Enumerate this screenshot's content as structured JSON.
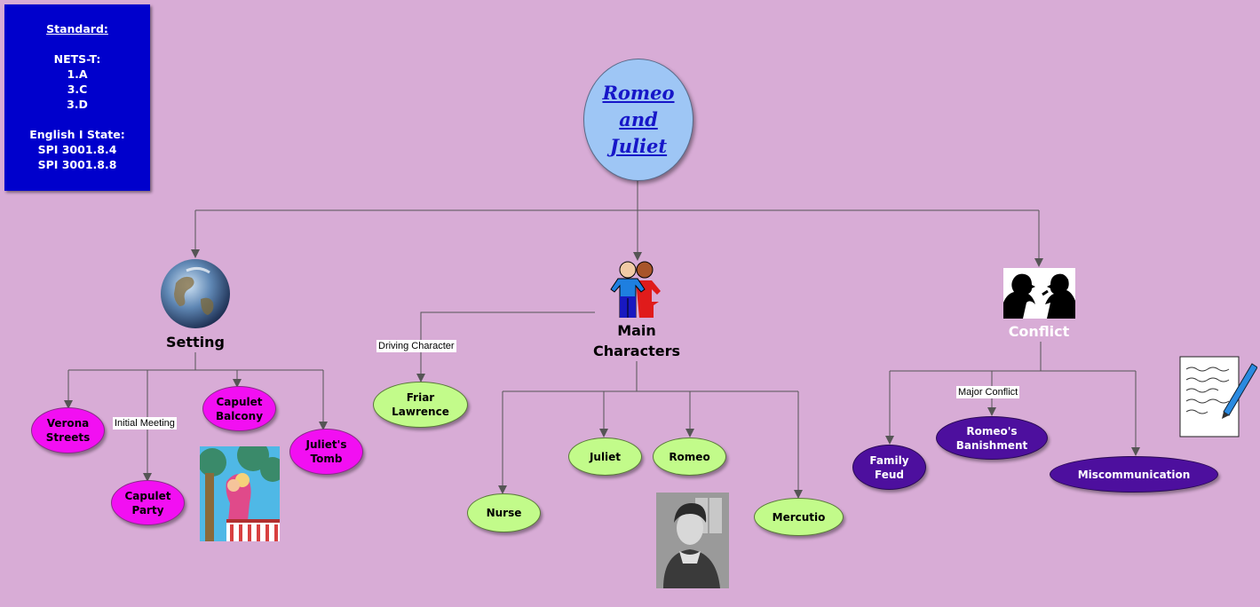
{
  "standard_box": {
    "heading": "Standard:",
    "nets_label": "NETS-T:",
    "nets_items": [
      "1.A",
      "3.C",
      "3.D"
    ],
    "state_label": "English I State:",
    "state_items": [
      "SPI 3001.8.4",
      "SPI 3001.8.8"
    ]
  },
  "root": {
    "lines": [
      "Romeo",
      "and",
      "Juliet"
    ]
  },
  "categories": {
    "setting": {
      "label": "Setting",
      "icon": "globe-icon"
    },
    "characters": {
      "label_line1": "Main",
      "label_line2": "Characters",
      "icon": "two-people-icon"
    },
    "conflict": {
      "label": "Conflict",
      "icon": "arguing-couple-icon"
    }
  },
  "setting_nodes": {
    "verona": [
      "Verona",
      "Streets"
    ],
    "party": [
      "Capulet",
      "Party"
    ],
    "balcony": [
      "Capulet",
      "Balcony"
    ],
    "tomb": [
      "Juliet's",
      "Tomb"
    ]
  },
  "character_nodes": {
    "friar": [
      "Friar",
      "Lawrence"
    ],
    "nurse": "Nurse",
    "juliet": "Juliet",
    "romeo": "Romeo",
    "mercutio": "Mercutio"
  },
  "conflict_nodes": {
    "feud": [
      "Family",
      "Feud"
    ],
    "banishment": [
      "Romeo's",
      "Banishment"
    ],
    "miscommunication": "Miscommunication"
  },
  "link_labels": {
    "initial_meeting": "Initial Meeting",
    "driving_character": "Driving Character",
    "major_conflict": "Major Conflict"
  },
  "colors": {
    "background": "#d8acd6",
    "standard_box": "#0000cc",
    "root": "#9ec6f5",
    "setting_nodes": "#f20ff2",
    "character_nodes": "#c2fb8a",
    "conflict_nodes": "#4d0f9e",
    "conflict_label": "#ffffff"
  },
  "images": {
    "balcony_scene": "balcony-scene-image",
    "romeo_portrait": "romeo-portrait-image",
    "writing_paper": "paper-and-pen-icon"
  }
}
